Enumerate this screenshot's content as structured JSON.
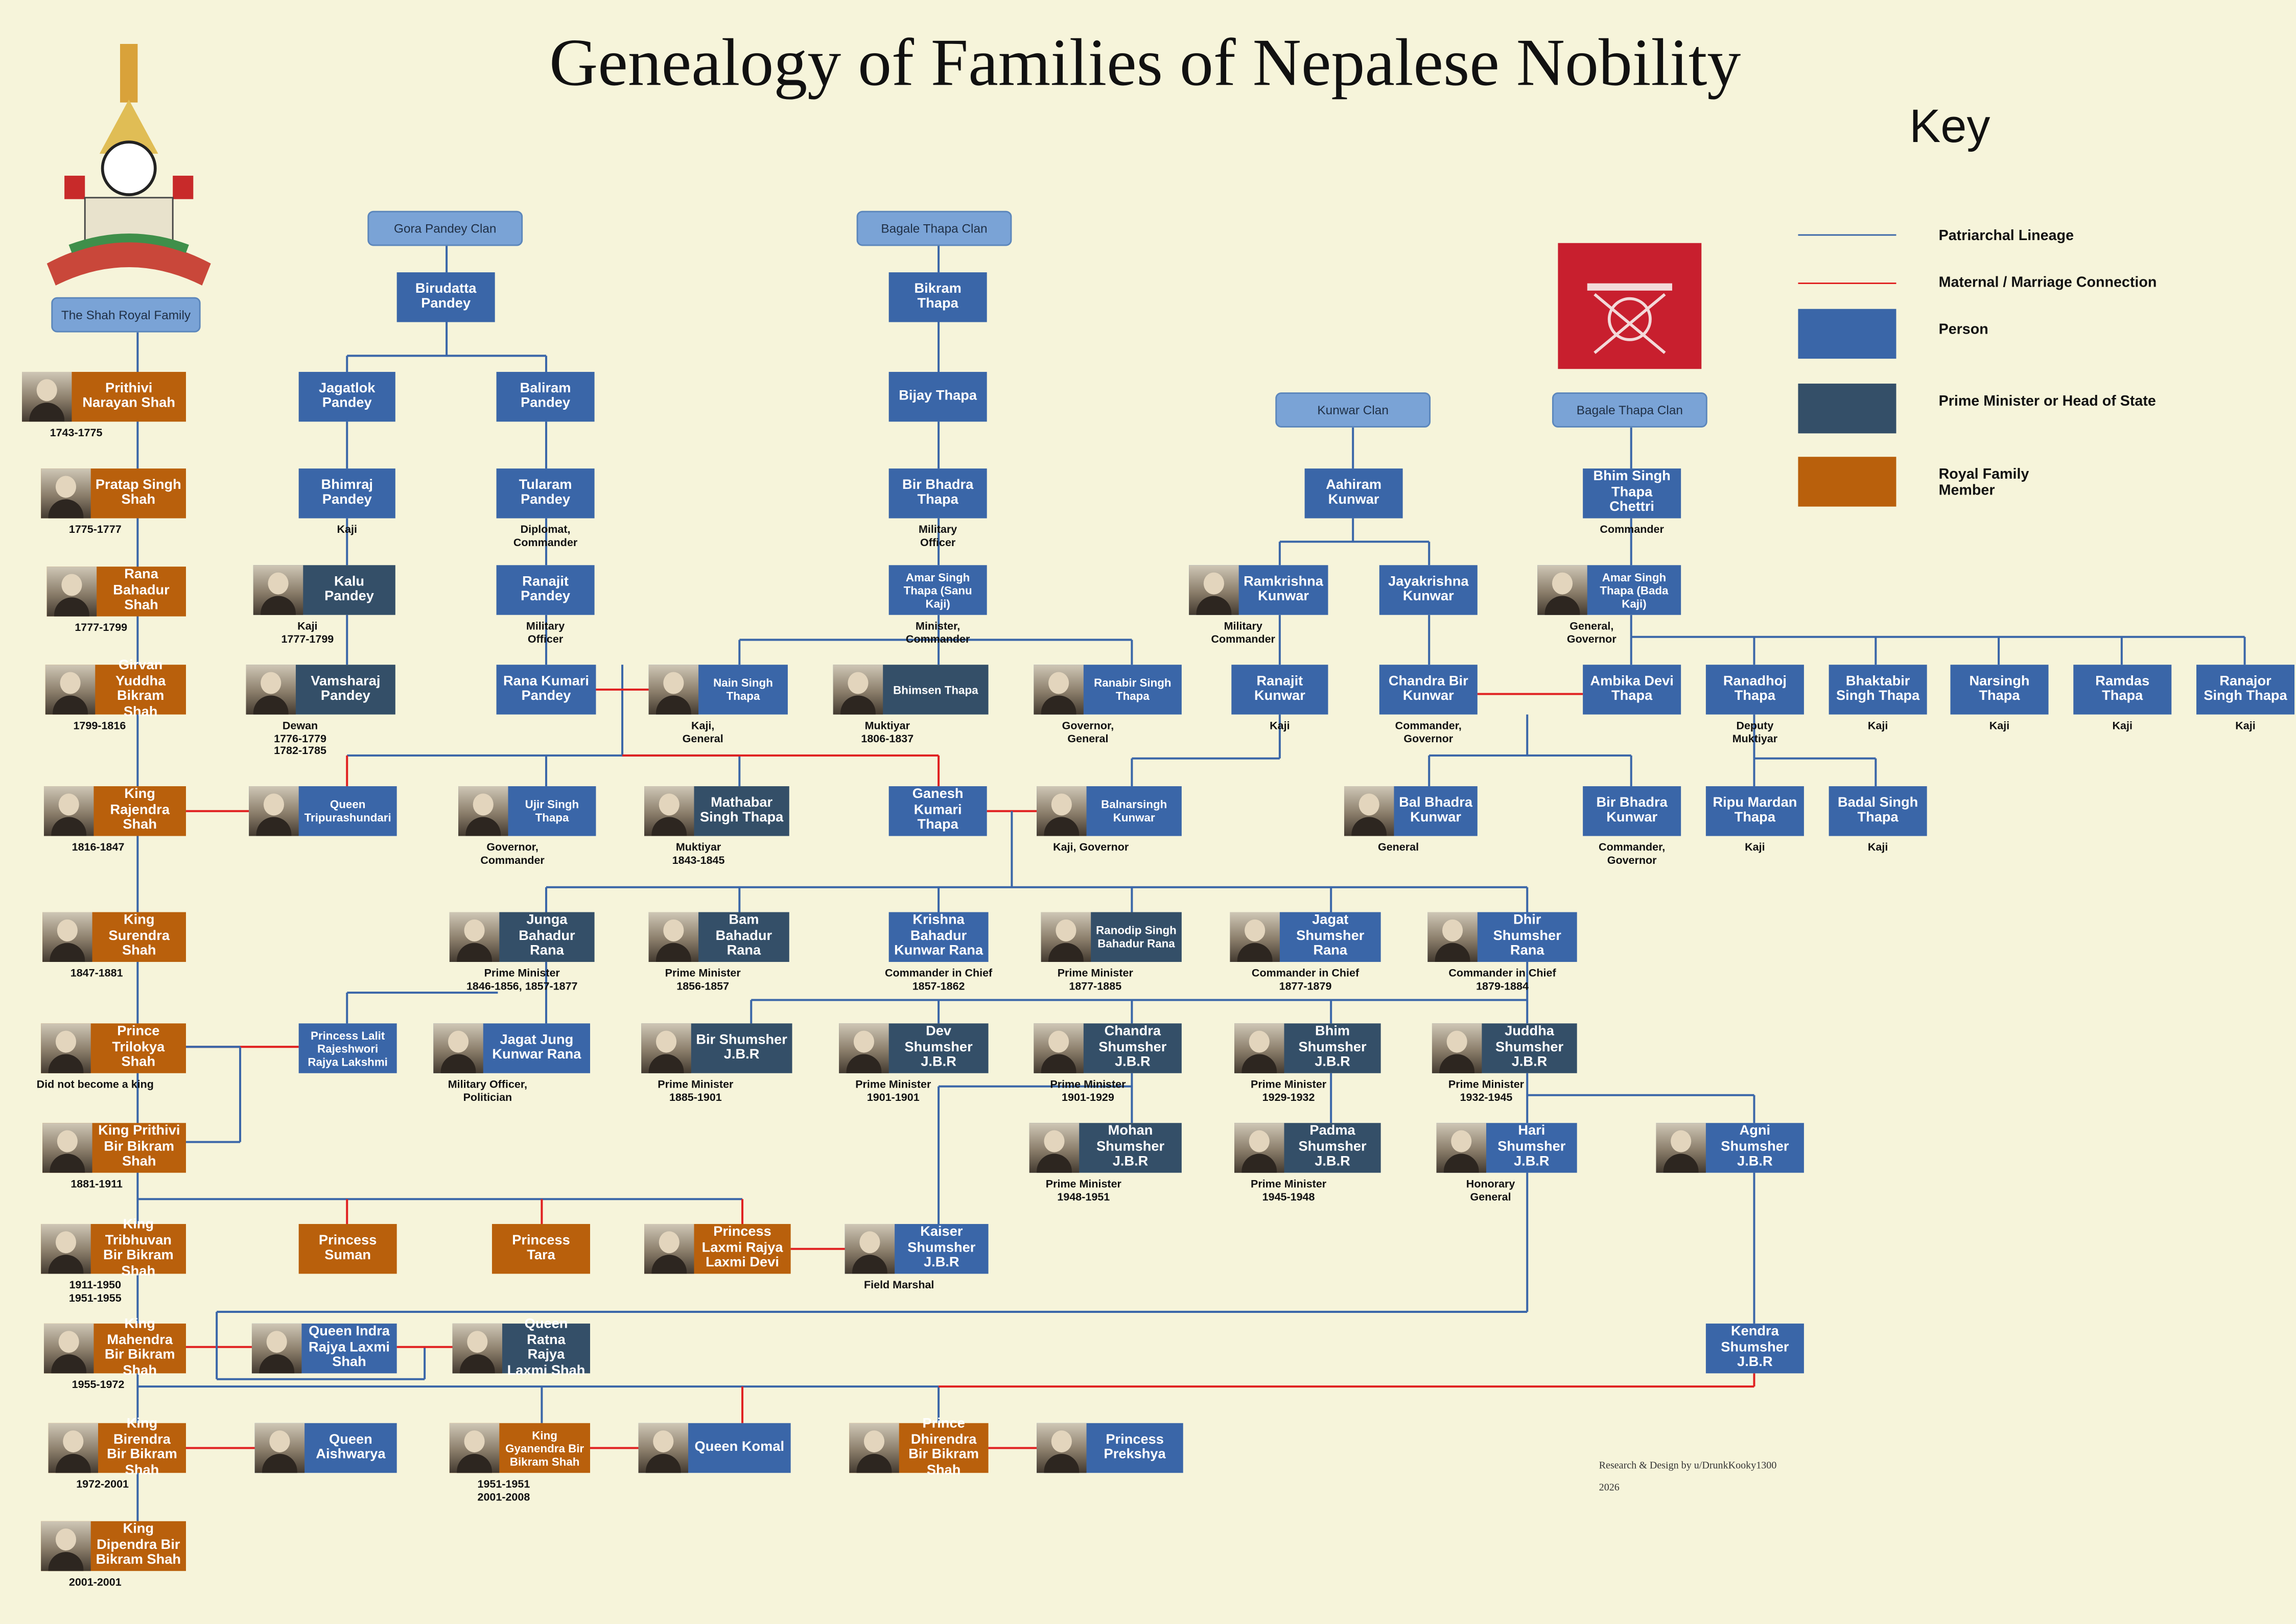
{
  "title": "Genealogy of Families of Nepalese Nobility",
  "key": {
    "title": "Key",
    "items": [
      {
        "label": "Patriarchal Lineage",
        "color": "#3a66a8"
      },
      {
        "label": "Maternal / Marriage Connection",
        "color": "#e02020"
      },
      {
        "label": "Person",
        "color": "#3a66a8"
      },
      {
        "label": "Prime Minister or Head of State",
        "color": "#344f68"
      },
      {
        "label": "Royal Family Member",
        "color": "#b9600c"
      }
    ]
  },
  "clans": [
    {
      "id": "shah_clan",
      "label": "The Shah Royal Family"
    },
    {
      "id": "pandey_clan",
      "label": "Gora Pandey Clan"
    },
    {
      "id": "thapa_clan",
      "label": "Bagale Thapa Clan"
    },
    {
      "id": "kunwar_clan",
      "label": "Kunwar Clan"
    },
    {
      "id": "thapa_clan2",
      "label": "Bagale Thapa Clan"
    }
  ],
  "people": [
    {
      "id": "prithvi_narayan",
      "name": "Prithivi Narayan Shah",
      "type": "royal",
      "caption": "1743-1775"
    },
    {
      "id": "pratap",
      "name": "Pratap Singh Shah",
      "type": "royal",
      "caption": "1775-1777"
    },
    {
      "id": "rana_bahadur",
      "name": "Rana Bahadur Shah",
      "type": "royal",
      "caption": "1777-1799"
    },
    {
      "id": "girvan",
      "name": "Girvan Yuddha Bikram Shah",
      "type": "royal",
      "caption": "1799-1816"
    },
    {
      "id": "rajendra",
      "name": "King Rajendra Shah",
      "type": "royal",
      "caption": "1816-1847"
    },
    {
      "id": "surendra",
      "name": "King Surendra Shah",
      "type": "royal",
      "caption": "1847-1881"
    },
    {
      "id": "trilokya",
      "name": "Prince Trilokya Shah",
      "type": "royal",
      "caption": "Did not become a king"
    },
    {
      "id": "prithvi_bir",
      "name": "King Prithivi Bir Bikram Shah",
      "type": "royal",
      "caption": "1881-1911"
    },
    {
      "id": "tribhuvan",
      "name": "King Tribhuvan Bir Bikram Shah",
      "type": "royal",
      "caption": "1911-1950\n1951-1955"
    },
    {
      "id": "mahendra",
      "name": "King Mahendra Bir Bikram Shah",
      "type": "royal",
      "caption": "1955-1972"
    },
    {
      "id": "birendra",
      "name": "King Birendra Bir Bikram Shah",
      "type": "royal",
      "caption": "1972-2001"
    },
    {
      "id": "dipendra",
      "name": "King Dipendra Bir Bikram Shah",
      "type": "royal",
      "caption": "2001-2001"
    },
    {
      "id": "birudatta",
      "name": "Birudatta Pandey",
      "type": "person",
      "caption": ""
    },
    {
      "id": "jagatlok",
      "name": "Jagatlok Pandey",
      "type": "person",
      "caption": ""
    },
    {
      "id": "baliram",
      "name": "Baliram Pandey",
      "type": "person",
      "caption": ""
    },
    {
      "id": "bhimraj",
      "name": "Bhimraj Pandey",
      "type": "person",
      "caption": "Kaji"
    },
    {
      "id": "tularam",
      "name": "Tularam Pandey",
      "type": "person",
      "caption": "Diplomat,\nCommander"
    },
    {
      "id": "kalu",
      "name": "Kalu Pandey",
      "type": "pm",
      "caption": "Kaji\n1777-1799"
    },
    {
      "id": "ranajit_p",
      "name": "Ranajit Pandey",
      "type": "person",
      "caption": "Military\nOfficer"
    },
    {
      "id": "vamsharaj",
      "name": "Vamsharaj Pandey",
      "type": "pm",
      "caption": "Dewan\n1776-1779\n1782-1785"
    },
    {
      "id": "rana_kumari",
      "name": "Rana Kumari Pandey",
      "type": "person",
      "caption": ""
    },
    {
      "id": "bikram_thapa",
      "name": "Bikram Thapa",
      "type": "person",
      "caption": ""
    },
    {
      "id": "bijay_thapa",
      "name": "Bijay Thapa",
      "type": "person",
      "caption": ""
    },
    {
      "id": "bir_bhadra_thapa",
      "name": "Bir Bhadra Thapa",
      "type": "person",
      "caption": "Military\nOfficer"
    },
    {
      "id": "amar_sanu",
      "name": "Amar Singh Thapa (Sanu Kaji)",
      "type": "person",
      "caption": "Minister,\nCommander"
    },
    {
      "id": "nain_singh",
      "name": "Nain Singh Thapa",
      "type": "person",
      "caption": "Kaji,\nGeneral"
    },
    {
      "id": "bhimsen",
      "name": "Bhimsen Thapa",
      "type": "pm",
      "caption": "Muktiyar\n1806-1837"
    },
    {
      "id": "ranabir",
      "name": "Ranabir Singh Thapa",
      "type": "person",
      "caption": "Governor,\nGeneral"
    },
    {
      "id": "tripurashundari",
      "name": "Queen Tripurashundari",
      "type": "person",
      "caption": ""
    },
    {
      "id": "ujir",
      "name": "Ujir Singh Thapa",
      "type": "person",
      "caption": "Governor,\nCommander"
    },
    {
      "id": "mathabar",
      "name": "Mathabar Singh Thapa",
      "type": "pm",
      "caption": "Muktiyar\n1843-1845"
    },
    {
      "id": "ganesh_kumari",
      "name": "Ganesh Kumari Thapa",
      "type": "person",
      "caption": ""
    },
    {
      "id": "balnarsingh",
      "name": "Balnarsingh Kunwar",
      "type": "person",
      "caption": "Kaji, Governor"
    },
    {
      "id": "aahiram",
      "name": "Aahiram Kunwar",
      "type": "person",
      "caption": ""
    },
    {
      "id": "ramkrishna",
      "name": "Ramkrishna Kunwar",
      "type": "person",
      "caption": "Military\nCommander"
    },
    {
      "id": "jayakrishna",
      "name": "Jayakrishna Kunwar",
      "type": "person",
      "caption": ""
    },
    {
      "id": "ranajit_k",
      "name": "Ranajit Kunwar",
      "type": "person",
      "caption": "Kaji"
    },
    {
      "id": "chandra_bir",
      "name": "Chandra Bir Kunwar",
      "type": "person",
      "caption": "Commander,\nGovernor"
    },
    {
      "id": "bal_bhadra",
      "name": "Bal Bhadra Kunwar",
      "type": "person",
      "caption": "General"
    },
    {
      "id": "bir_bhadra_k",
      "name": "Bir Bhadra Kunwar",
      "type": "person",
      "caption": "Commander,\nGovernor"
    },
    {
      "id": "bhim_chettri",
      "name": "Bhim Singh Thapa Chettri",
      "type": "person",
      "caption": "Commander"
    },
    {
      "id": "amar_bada",
      "name": "Amar Singh Thapa (Bada Kaji)",
      "type": "person",
      "caption": "General,\nGovernor"
    },
    {
      "id": "ambika",
      "name": "Ambika Devi Thapa",
      "type": "person",
      "caption": ""
    },
    {
      "id": "ranadhoj",
      "name": "Ranadhoj Thapa",
      "type": "person",
      "caption": "Deputy\nMuktiyar"
    },
    {
      "id": "bhaktabir",
      "name": "Bhaktabir Singh Thapa",
      "type": "person",
      "caption": "Kaji"
    },
    {
      "id": "narsingh",
      "name": "Narsingh Thapa",
      "type": "person",
      "caption": "Kaji"
    },
    {
      "id": "ramdas",
      "name": "Ramdas Thapa",
      "type": "person",
      "caption": "Kaji"
    },
    {
      "id": "ranajor",
      "name": "Ranajor Singh Thapa",
      "type": "person",
      "caption": "Kaji"
    },
    {
      "id": "ripu_mardan",
      "name": "Ripu Mardan Thapa",
      "type": "person",
      "caption": "Kaji"
    },
    {
      "id": "badal",
      "name": "Badal Singh Thapa",
      "type": "person",
      "caption": "Kaji"
    },
    {
      "id": "junga",
      "name": "Junga Bahadur Rana",
      "type": "pm",
      "caption": "Prime Minister\n1846-1856, 1857-1877"
    },
    {
      "id": "bam",
      "name": "Bam Bahadur Rana",
      "type": "pm",
      "caption": "Prime Minister\n1856-1857"
    },
    {
      "id": "krishna",
      "name": "Krishna Bahadur Kunwar Rana",
      "type": "person",
      "caption": "Commander in Chief\n1857-1862"
    },
    {
      "id": "ranodip",
      "name": "Ranodip Singh Bahadur Rana",
      "type": "pm",
      "caption": "Prime Minister\n1877-1885"
    },
    {
      "id": "jagat",
      "name": "Jagat Shumsher Rana",
      "type": "person",
      "caption": "Commander in Chief\n1877-1879"
    },
    {
      "id": "dhir",
      "name": "Dhir Shumsher Rana",
      "type": "person",
      "caption": "Commander in Chief\n1879-1884"
    },
    {
      "id": "lalit",
      "name": "Princess Lalit Rajeshwori Rajya Lakshmi",
      "type": "person",
      "caption": ""
    },
    {
      "id": "jagat_jung",
      "name": "Jagat Jung Kunwar Rana",
      "type": "person",
      "caption": "Military Officer,\nPolitician"
    },
    {
      "id": "bir_shumsher",
      "name": "Bir Shumsher J.B.R",
      "type": "pm",
      "caption": "Prime Minister\n1885-1901"
    },
    {
      "id": "dev",
      "name": "Dev Shumsher J.B.R",
      "type": "pm",
      "caption": "Prime Minister\n1901-1901"
    },
    {
      "id": "chandra_sh",
      "name": "Chandra Shumsher J.B.R",
      "type": "pm",
      "caption": "Prime Minister\n1901-1929"
    },
    {
      "id": "bhim_sh",
      "name": "Bhim Shumsher J.B.R",
      "type": "pm",
      "caption": "Prime Minister\n1929-1932"
    },
    {
      "id": "juddha",
      "name": "Juddha Shumsher J.B.R",
      "type": "pm",
      "caption": "Prime Minister\n1932-1945"
    },
    {
      "id": "mohan",
      "name": "Mohan Shumsher J.B.R",
      "type": "pm",
      "caption": "Prime Minister\n1948-1951"
    },
    {
      "id": "padma",
      "name": "Padma Shumsher J.B.R",
      "type": "pm",
      "caption": "Prime Minister\n1945-1948"
    },
    {
      "id": "hari",
      "name": "Hari Shumsher J.B.R",
      "type": "person",
      "caption": "Honorary\nGeneral"
    },
    {
      "id": "agni",
      "name": "Agni Shumsher J.B.R",
      "type": "person",
      "caption": ""
    },
    {
      "id": "suman",
      "name": "Princess Suman",
      "type": "royal",
      "caption": ""
    },
    {
      "id": "tara",
      "name": "Princess Tara",
      "type": "royal",
      "caption": ""
    },
    {
      "id": "laxmi_devi",
      "name": "Princess Laxmi Rajya Laxmi Devi",
      "type": "royal",
      "caption": ""
    },
    {
      "id": "kaiser",
      "name": "Kaiser Shumsher J.B.R",
      "type": "person",
      "caption": "Field Marshal"
    },
    {
      "id": "indra",
      "name": "Queen Indra Rajya Laxmi Shah",
      "type": "person",
      "caption": ""
    },
    {
      "id": "ratna",
      "name": "Queen Ratna Rajya Laxmi Shah",
      "type": "pm",
      "caption": ""
    },
    {
      "id": "kendra",
      "name": "Kendra Shumsher J.B.R",
      "type": "person",
      "caption": ""
    },
    {
      "id": "aishwarya",
      "name": "Queen Aishwarya",
      "type": "person",
      "caption": ""
    },
    {
      "id": "gyanendra",
      "name": "King Gyanendra Bir Bikram Shah",
      "type": "royal",
      "caption": "1951-1951\n2001-2008"
    },
    {
      "id": "komal",
      "name": "Queen Komal",
      "type": "person",
      "caption": ""
    },
    {
      "id": "dhirendra",
      "name": "Prince Dhirendra Bir Bikram Shah",
      "type": "royal",
      "caption": ""
    },
    {
      "id": "prekshya",
      "name": "Princess Prekshya",
      "type": "person",
      "caption": ""
    }
  ],
  "credit": {
    "line1": "Research & Design by u/DrunkKooky1300",
    "line2": "2026"
  }
}
